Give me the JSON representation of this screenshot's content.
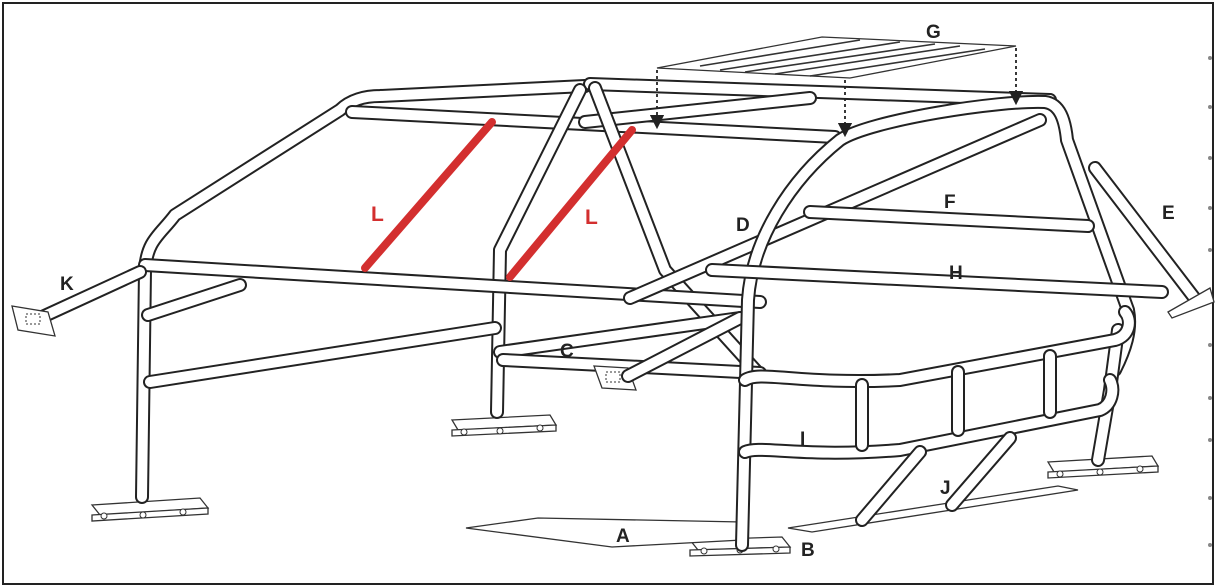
{
  "labels": {
    "A": "A",
    "B": "B",
    "C": "C",
    "D": "D",
    "E": "E",
    "F": "F",
    "G": "G",
    "H": "H",
    "I": "I",
    "J": "J",
    "K": "K",
    "L1": "L",
    "L2": "L"
  },
  "colors": {
    "tube_outline": "#222222",
    "highlight_brace": "#d32f2f",
    "background": "#ffffff"
  }
}
